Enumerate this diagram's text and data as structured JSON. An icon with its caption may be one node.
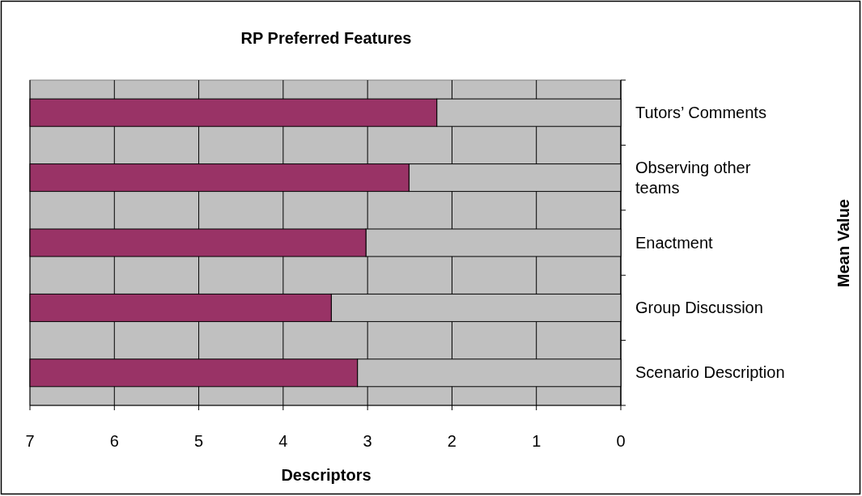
{
  "diagram": {
    "chart_data": {
      "type": "bar",
      "orientation": "horizontal",
      "stacked": true,
      "title": "RP Preferred Features",
      "xlabel": "Descriptors",
      "ylabel": "Mean Value",
      "categories": [
        "Tutors’ Comments",
        "Observing other teams",
        "Enactment",
        "Group Discussion",
        "Scenario Description"
      ],
      "series": [
        {
          "color": "#c0c0c0",
          "values": [
            2.18,
            2.51,
            3.02,
            3.43,
            3.12
          ]
        },
        {
          "color": "#993366",
          "values": [
            4.82,
            4.49,
            3.98,
            3.57,
            3.88
          ]
        }
      ],
      "xlim": [
        7,
        0
      ],
      "grid": true,
      "xticks": [
        7,
        6,
        5,
        4,
        3,
        2,
        1,
        0
      ]
    }
  }
}
